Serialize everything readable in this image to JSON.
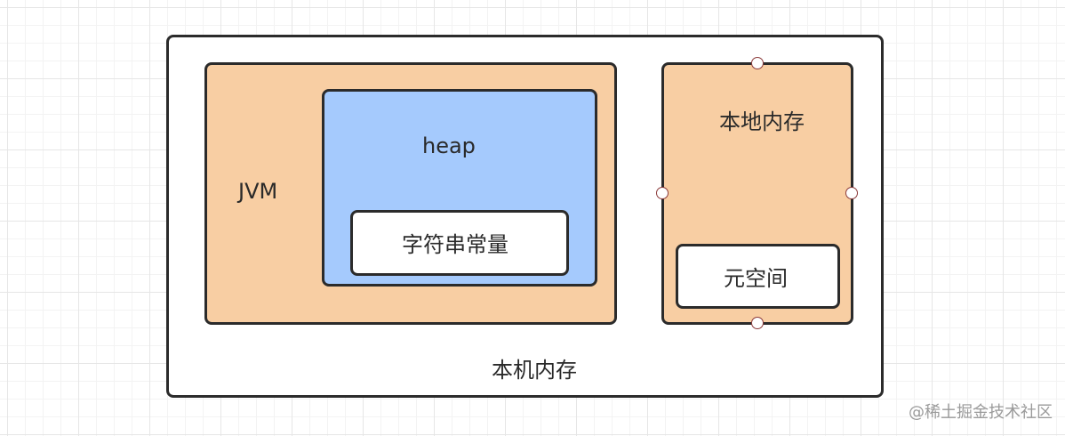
{
  "diagram": {
    "outer_label": "本机内存",
    "jvm": {
      "label": "JVM",
      "heap": {
        "label": "heap",
        "string_pool_label": "字符串常量"
      }
    },
    "native": {
      "label": "本地内存",
      "metaspace_label": "元空间"
    }
  },
  "watermark": "@稀土掘金技术社区",
  "colors": {
    "jvm_fill": "#f8cea3",
    "heap_fill": "#a5cafd",
    "native_fill": "#f8cea3",
    "inner_fill": "#ffffff",
    "border": "#2b2b2b"
  }
}
